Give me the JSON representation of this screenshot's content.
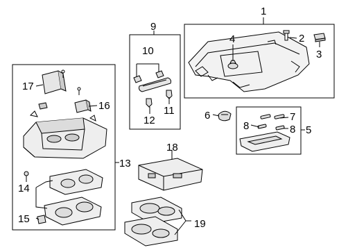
{
  "callouts": {
    "c1": "1",
    "c2": "2",
    "c3": "3",
    "c4": "4",
    "c5": "5",
    "c6": "6",
    "c7": "7",
    "c8a": "8",
    "c8b": "8",
    "c9": "9",
    "c10": "10",
    "c11": "11",
    "c12": "12",
    "c13": "13",
    "c14": "14",
    "c15": "15",
    "c16": "16",
    "c17": "17",
    "c18": "18",
    "c19": "19"
  }
}
